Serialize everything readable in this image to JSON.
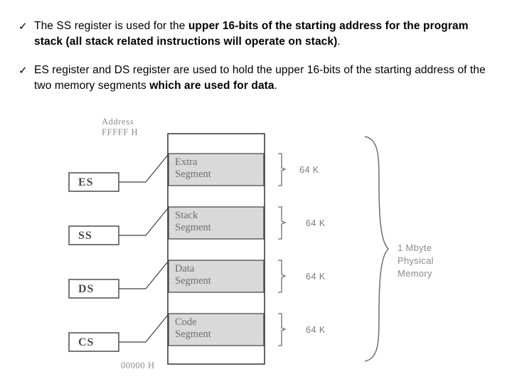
{
  "slide": {
    "bullets": [
      {
        "marker": "✓",
        "parts": [
          {
            "text": "The SS register is used for the ",
            "bold": false
          },
          {
            "text": "upper 16-bits of the starting address for the program stack (all stack related instructions will operate on stack)",
            "bold": true
          },
          {
            "text": ".",
            "bold": false
          }
        ]
      },
      {
        "marker": "✓",
        "parts": [
          {
            "text": "ES register and DS register are used to hold the upper 16-bits of the starting address of the two memory segments ",
            "bold": false
          },
          {
            "text": "which are used for data",
            "bold": true
          },
          {
            "text": ".",
            "bold": false
          }
        ]
      }
    ]
  },
  "diagram": {
    "address_caption": {
      "line1": "Address",
      "line2": "FFFFF H"
    },
    "bottom_address": "00000 H",
    "segments": [
      {
        "name_line1": "Extra",
        "name_line2": "Segment",
        "size": "64 K"
      },
      {
        "name_line1": "Stack",
        "name_line2": "Segment",
        "size": "64 K"
      },
      {
        "name_line1": "Data",
        "name_line2": "Segment",
        "size": "64 K"
      },
      {
        "name_line1": "Code",
        "name_line2": "Segment",
        "size": "64 K"
      }
    ],
    "registers": [
      "ES",
      "SS",
      "DS",
      "CS"
    ],
    "memory_note": {
      "line1": "1 Mbyte",
      "line2": "Physical",
      "line3": "Memory"
    },
    "colors": {
      "segment_fill": "#d9d9d9",
      "outline": "#404040",
      "text_gray": "#7a7a7a"
    }
  }
}
